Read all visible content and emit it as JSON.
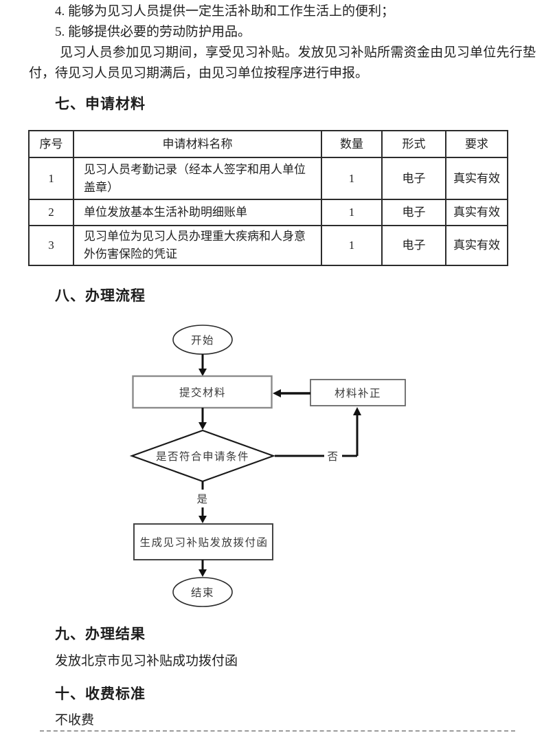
{
  "intro": {
    "item4": "4. 能够为见习人员提供一定生活补助和工作生活上的便利；",
    "item5": "5. 能够提供必要的劳动防护用品。",
    "paragraph": "见习人员参加见习期间，享受见习补贴。发放见习补贴所需资金由见习单位先行垫付，待见习人员见习期满后，由见习单位按程序进行申报。"
  },
  "sections": {
    "materials_heading": "七、申请材料",
    "process_heading": "八、办理流程",
    "result_heading": "九、办理结果",
    "result_body": "发放北京市见习补贴成功拨付函",
    "fee_heading": "十、收费标准",
    "fee_body": "不收费"
  },
  "table": {
    "headers": [
      "序号",
      "申请材料名称",
      "数量",
      "形式",
      "要求"
    ],
    "rows": [
      [
        "1",
        "见习人员考勤记录（经本人签字和用人单位盖章）",
        "1",
        "电子",
        "真实有效"
      ],
      [
        "2",
        "单位发放基本生活补助明细账单",
        "1",
        "电子",
        "真实有效"
      ],
      [
        "3",
        "见习单位为见习人员办理重大疾病和人身意外伤害保险的凭证",
        "1",
        "电子",
        "真实有效"
      ]
    ]
  },
  "flowchart": {
    "start": "开始",
    "submit": "提交材料",
    "correct": "材料补正",
    "decision": "是否符合申请条件",
    "yes_label": "是",
    "no_label": "否",
    "generate": "生成见习补贴发放拨付函",
    "end": "结束"
  },
  "colors": {
    "text": "#1f1f1f",
    "table_border": "#2b2b2b",
    "arrow": "#111111"
  }
}
